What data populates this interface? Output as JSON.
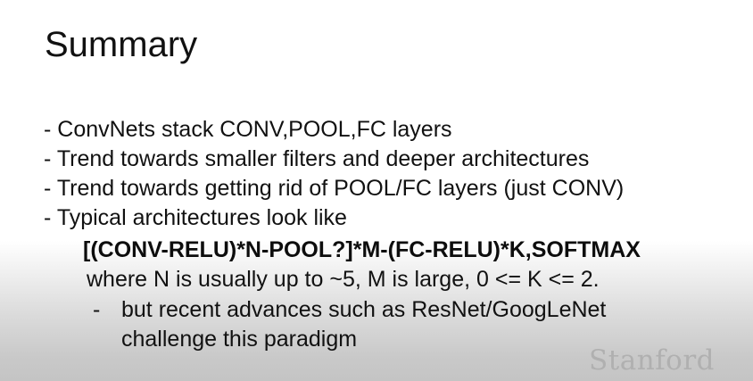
{
  "slide": {
    "title": "Summary",
    "bullets": [
      "- ConvNets stack CONV,POOL,FC layers",
      "- Trend towards smaller filters and deeper architectures",
      "- Trend towards getting rid of POOL/FC layers (just CONV)",
      "- Typical architectures look like"
    ],
    "formula": "[(CONV-RELU)*N-POOL?]*M-(FC-RELU)*K,SOFTMAX",
    "formula_note": "where N is usually up to ~5, M is large, 0 <= K <= 2.",
    "sub_bullet": {
      "dash": "-",
      "line1": "but recent advances such as ResNet/GoogLeNet",
      "line2": "challenge this paradigm"
    }
  },
  "watermark": "Stanford",
  "colors": {
    "text": "#111111",
    "watermark": "#b0b0b0",
    "background_top": "#ffffff",
    "background_bottom": "#c4c4c4"
  }
}
